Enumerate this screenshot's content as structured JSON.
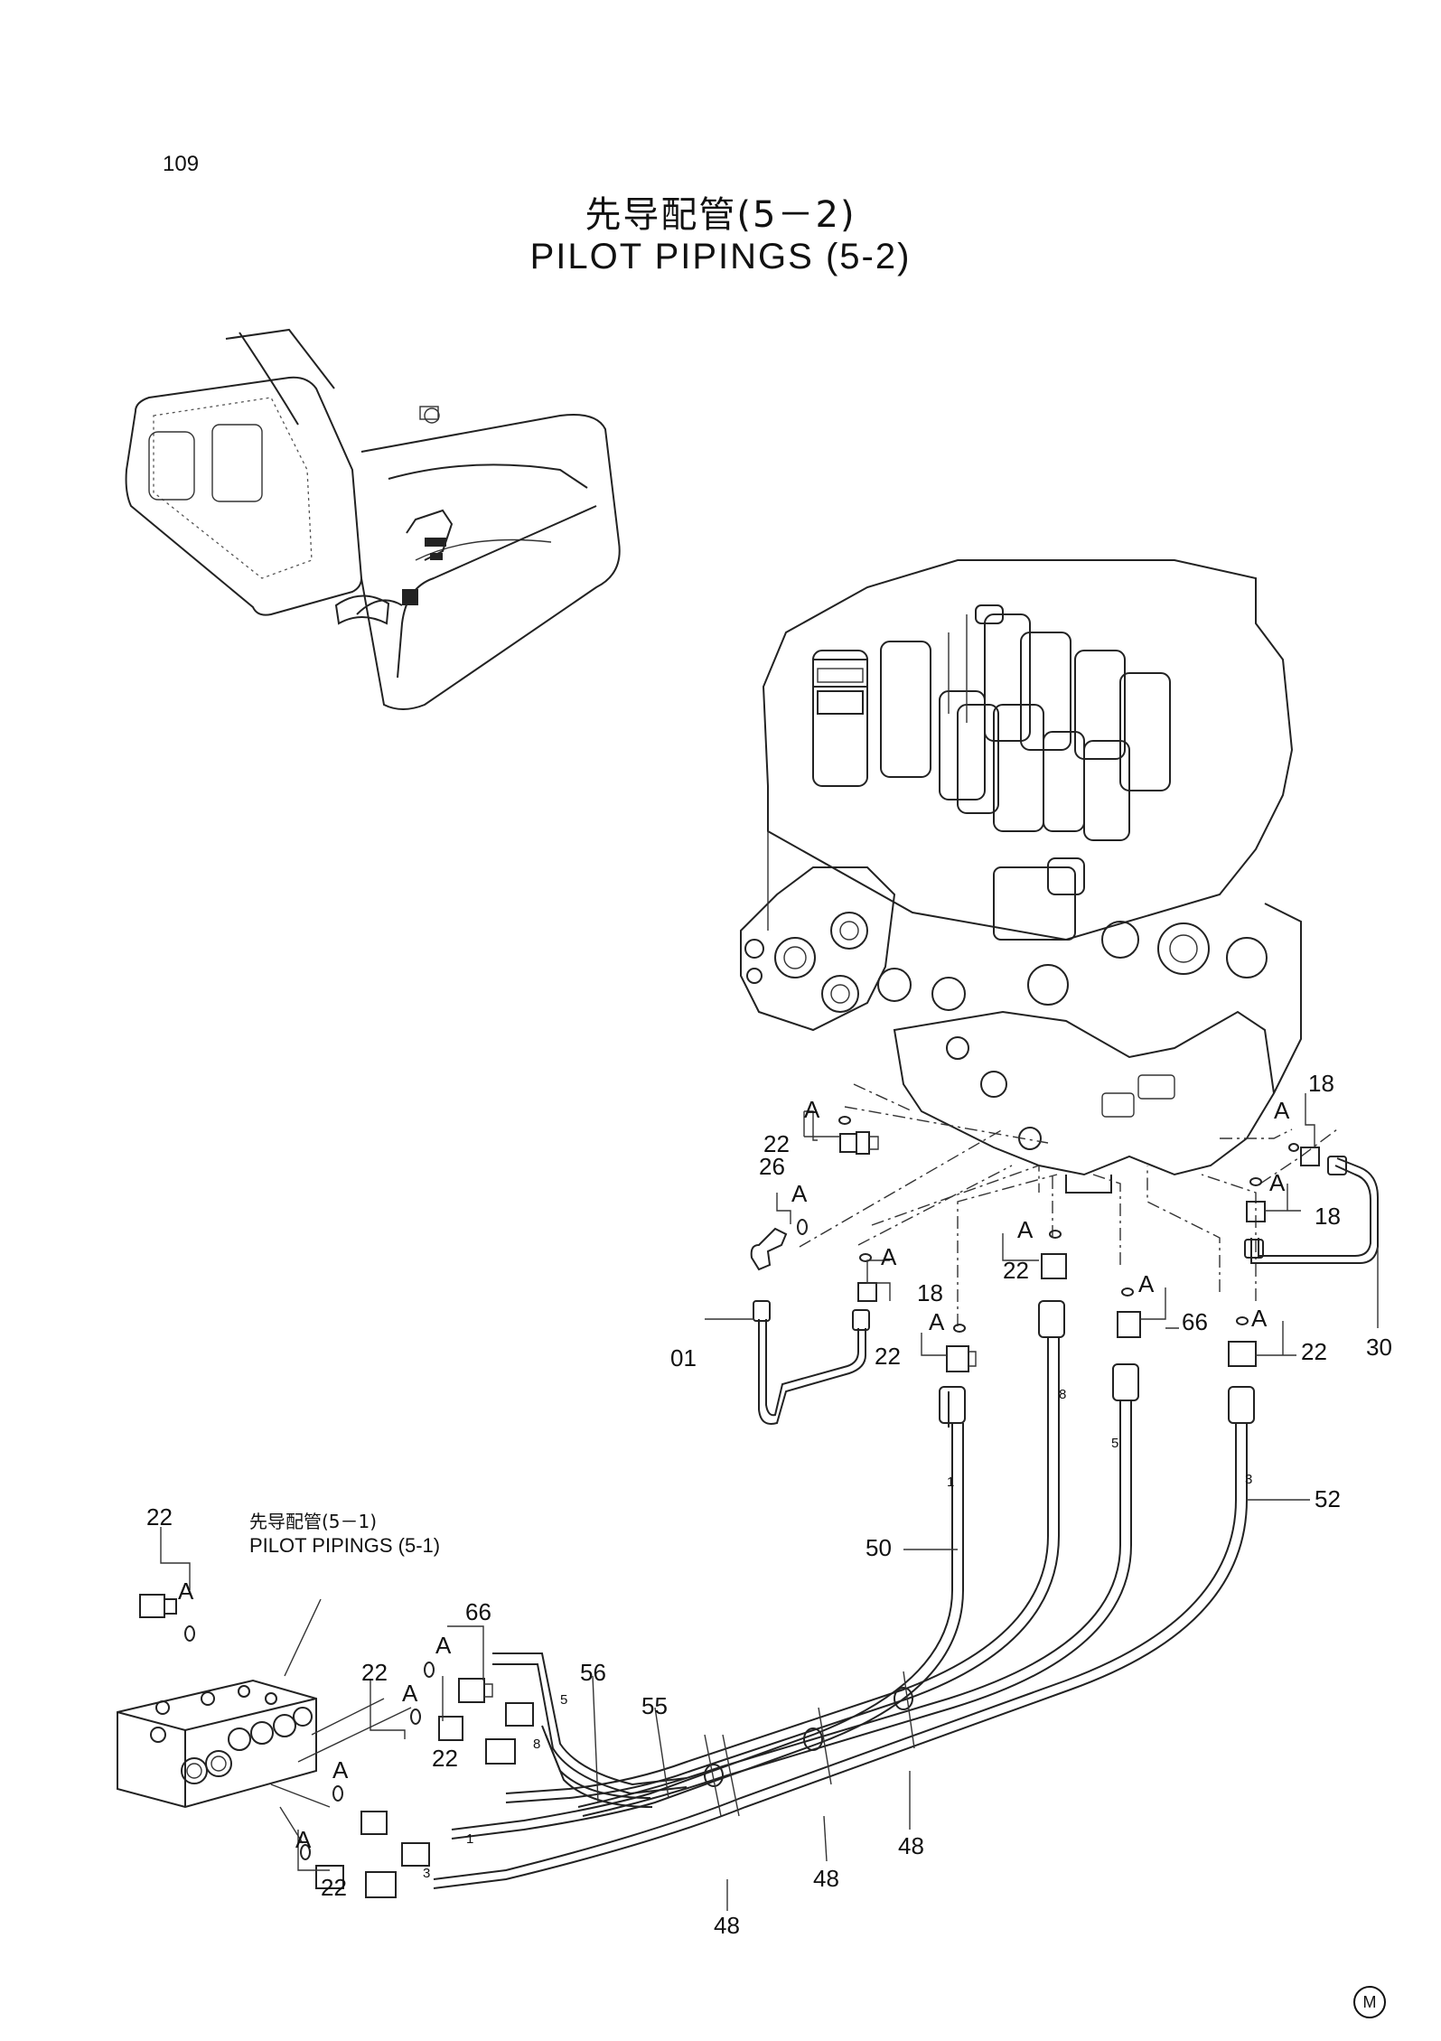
{
  "page_number": "109",
  "title_jp": "先导配管(5－2)",
  "title_en": "PILOT PIPINGS (5-2)",
  "ref_title_jp": "先导配管(5－1)",
  "ref_title_en": "PILOT PIPINGS (5-1)",
  "corner_mark": "M",
  "callouts": {
    "c18a": "18",
    "c18b": "18",
    "c18c": "18",
    "c22a": "22",
    "c22b": "22",
    "c22c": "22",
    "c22d": "22",
    "c22e": "22",
    "c22f": "22",
    "c22g": "22",
    "c22h": "22",
    "c26": "26",
    "c30": "30",
    "c01": "01",
    "c66a": "66",
    "c66b": "66",
    "c50": "50",
    "c52": "52",
    "c55": "55",
    "c56": "56",
    "c48a": "48",
    "c48b": "48",
    "c48c": "48"
  },
  "marker_a": "A",
  "hose_marks": {
    "m8a": "8",
    "m5a": "5",
    "m3a": "3",
    "m1a": "1",
    "m5b": "5",
    "m8b": "8",
    "m1b": "1",
    "m3b": "3"
  }
}
